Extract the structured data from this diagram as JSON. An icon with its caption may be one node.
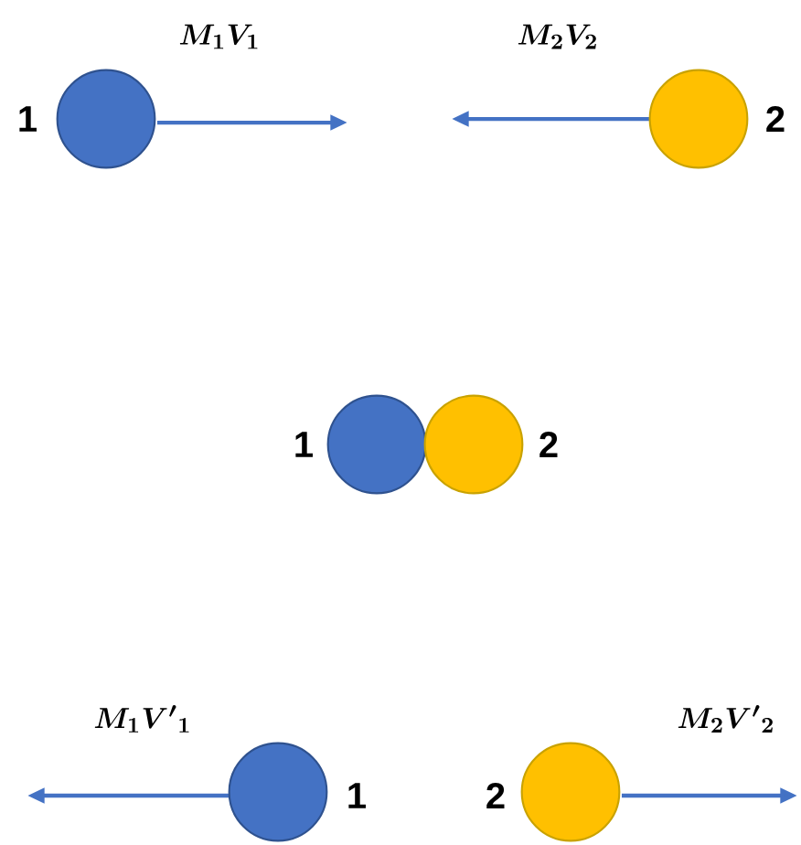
{
  "diagram": {
    "nodes": [
      {
        "text": [],
        "shape": "circle",
        "beside": [
          "1"
        ]
      },
      {
        "text": [],
        "shape": "circle",
        "beside": [
          "2"
        ]
      },
      {
        "text": [],
        "shape": "circle",
        "beside": [
          "1"
        ]
      },
      {
        "text": [],
        "shape": "circle",
        "beside": [
          "2"
        ]
      },
      {
        "text": [],
        "shape": "circle",
        "beside": [
          "1"
        ]
      },
      {
        "text": [],
        "shape": "circle",
        "beside": [
          "2"
        ]
      }
    ],
    "labels": [
      "\\boldsymbol{M_1V_1}",
      "\\boldsymbol{M_2V_2}",
      "\\boldsymbol{M_1{V'}_1}",
      "\\boldsymbol{M_2{V'}_2}"
    ]
  }
}
